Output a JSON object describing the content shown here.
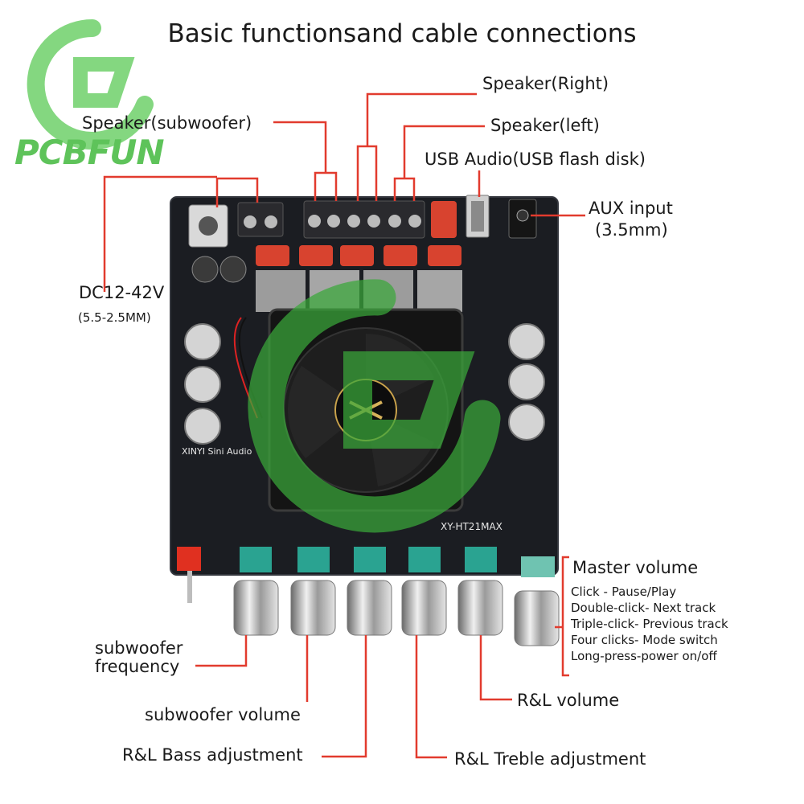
{
  "title": "Basic functionsand cable connections",
  "brand": "PCBFUN",
  "board_marks": {
    "maker": "XINYI Sini Audio",
    "model": "XY-HT21MAX"
  },
  "labels": {
    "speaker_right": "Speaker(Right)",
    "speaker_sub": "Speaker(subwoofer)",
    "speaker_left": "Speaker(left)",
    "usb": "USB Audio(USB flash disk)",
    "aux_line1": "AUX input",
    "aux_line2": "(3.5mm)",
    "dc_line1": "DC12-42V",
    "dc_line2": "(5.5-2.5MM)",
    "sub_freq_line1": "subwoofer",
    "sub_freq_line2": "frequency",
    "sub_vol": "subwoofer volume",
    "bass": "R&L Bass adjustment",
    "treble": "R&L Treble adjustment",
    "rl_vol": "R&L volume",
    "master": "Master volume",
    "master_items": [
      "Click - Pause/Play",
      "Double-click- Next track",
      "Triple-click- Previous track",
      "Four clicks- Mode switch",
      "Long-press-power on/off"
    ]
  },
  "colors": {
    "leader": "#e23b2e",
    "pcb": "#1b1d22",
    "watermark": "#3aa83a",
    "terminal": "#2a2a2e",
    "capacitor_film": "#d8432f",
    "pot": "#2aa391"
  }
}
